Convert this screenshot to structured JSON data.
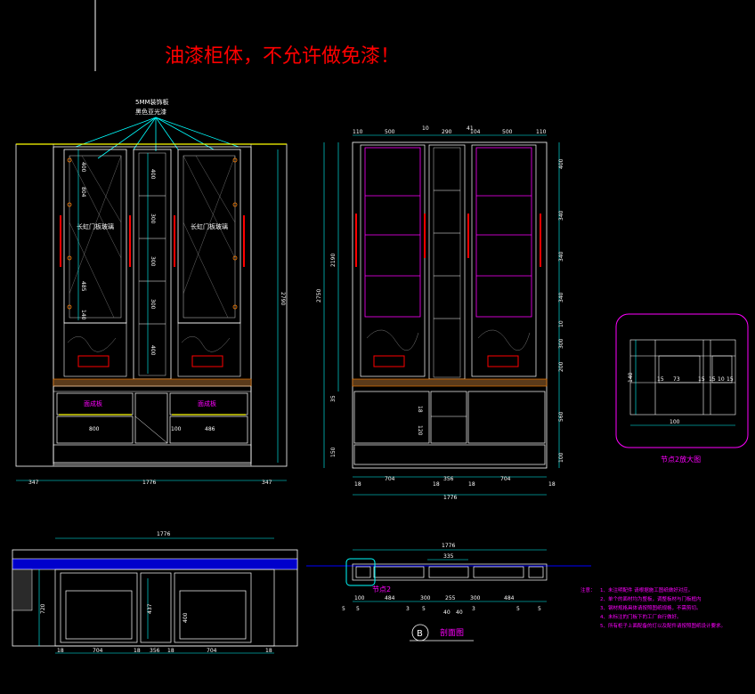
{
  "title": "油漆柜体，不允许做免漆！",
  "leader_note": {
    "line1": "5MM装饰板",
    "line2": "黑色亚光漆"
  },
  "front_view": {
    "door_label_left": "长虹门板玻璃",
    "door_label_right": "长虹门板玻璃",
    "drawer_label_left": "面成板",
    "drawer_label_right": "面成板",
    "dims_v_left": [
      "400",
      "804",
      "485",
      "140"
    ],
    "dims_mid": [
      "400",
      "300",
      "300",
      "300",
      "400"
    ],
    "dim_height": "2790",
    "dim_bottom": [
      "347",
      "1776",
      "347"
    ],
    "drawer_dims": [
      "800",
      "100",
      "486"
    ]
  },
  "side_view": {
    "dims_top": [
      "110",
      "500",
      "10",
      "290",
      "41",
      "104",
      "500",
      "110"
    ],
    "dims_right": [
      "400",
      "340",
      "340",
      "340",
      "10",
      "300",
      "200",
      "560",
      "100"
    ],
    "dim_height_inner": "2190",
    "dim_height_total": "2750",
    "dims_left_low": [
      "35",
      "150"
    ],
    "dims_bottom": [
      "18",
      "704",
      "18",
      "356",
      "18",
      "704",
      "18"
    ],
    "dim_total": "1776",
    "mid_dims": [
      "18",
      "120"
    ]
  },
  "detail": {
    "label": "节点2放大图",
    "dims": [
      "140",
      "100",
      "73",
      "15",
      "15",
      "15",
      "10",
      "15"
    ]
  },
  "section": {
    "dim_top": "1776",
    "dim_height": "720",
    "dim_inner": "437",
    "dim_small": "400",
    "dims_bottom": [
      "18",
      "704",
      "18",
      "356",
      "18",
      "704",
      "18"
    ]
  },
  "plan": {
    "dim_top": "1776",
    "dim_mid": "335",
    "node_label": "节点2",
    "dims_bottom": [
      "100",
      "484",
      "300",
      "255",
      "300",
      "484"
    ],
    "dims_tiny": [
      "5",
      "5",
      "3",
      "5",
      "40",
      "40",
      "3",
      "5",
      "5"
    ],
    "view_letter": "B",
    "view_label": "剖面图"
  },
  "notes": {
    "heading": "注意：",
    "lines": [
      "1、未注明配件  请根据施工图纸做好对应。",
      "2、单个的面材均为整板，调整板材与门板框内",
      "3、钢材规格具体请按照图纸规格，不需剪切。",
      "4、未标注的门板下的工厂自行做好。",
      "5、所有柜子上面配备的灯以及配件请按照图纸设计要求。"
    ]
  },
  "colors": {
    "bg": "#000000",
    "cyan": "#00ffff",
    "white": "#ffffff",
    "red": "#ff0000",
    "yellow": "#ffff00",
    "magenta": "#ff00ff",
    "blue": "#0000ff",
    "orange": "#ff8000"
  }
}
